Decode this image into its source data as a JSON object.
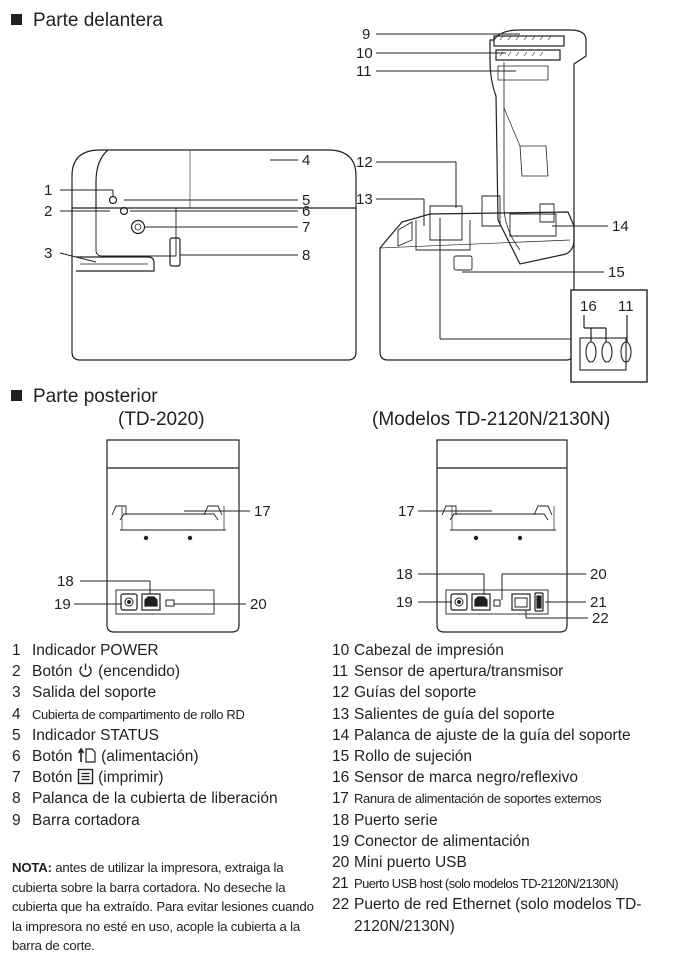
{
  "front_section": {
    "title": "Parte delantera"
  },
  "back_section": {
    "title": "Parte posterior",
    "left_caption": "(TD-2020)",
    "right_caption": "(Modelos TD-2120N/2130N)"
  },
  "callouts": {
    "front": [
      "1",
      "2",
      "3",
      "4",
      "5",
      "6",
      "7",
      "8"
    ],
    "open": [
      "9",
      "10",
      "11",
      "12",
      "13",
      "14",
      "15"
    ],
    "inset": [
      "16",
      "11"
    ],
    "back_left": [
      "17",
      "18",
      "19",
      "20"
    ],
    "back_right": [
      "17",
      "18",
      "19",
      "20",
      "21",
      "22"
    ]
  },
  "legend_left": [
    {
      "num": "1",
      "label": "Indicador POWER"
    },
    {
      "num": "2",
      "label_before": "Botón",
      "icon": "power-icon",
      "label_after": "(encendido)"
    },
    {
      "num": "3",
      "label": "Salida del soporte"
    },
    {
      "num": "4",
      "label": "Cubierta de compartimento de rollo RD"
    },
    {
      "num": "5",
      "label": "Indicador STATUS"
    },
    {
      "num": "6",
      "label_before": "Botón",
      "icon": "feed-icon",
      "label_after": "(alimentación)"
    },
    {
      "num": "7",
      "label_before": "Botón",
      "icon": "print-icon",
      "label_after": "(imprimir)"
    },
    {
      "num": "8",
      "label": "Palanca de la cubierta de liberación"
    },
    {
      "num": "9",
      "label": "Barra cortadora"
    }
  ],
  "legend_right": [
    {
      "num": "10",
      "label": "Cabezal de impresión"
    },
    {
      "num": "11",
      "label": "Sensor de apertura/transmisor"
    },
    {
      "num": "12",
      "label": "Guías del soporte"
    },
    {
      "num": "13",
      "label": "Salientes de guía del soporte"
    },
    {
      "num": "14",
      "label": "Palanca de ajuste de la guía del soporte"
    },
    {
      "num": "15",
      "label": "Rollo de sujeción"
    },
    {
      "num": "16",
      "label": "Sensor de marca negro/reflexivo"
    },
    {
      "num": "17",
      "label": "Ranura de alimentación de soportes externos"
    },
    {
      "num": "18",
      "label": "Puerto serie"
    },
    {
      "num": "19",
      "label": "Conector de alimentación"
    },
    {
      "num": "20",
      "label": "Mini puerto USB"
    },
    {
      "num": "21",
      "label": "Puerto USB host (solo modelos TD-2120N/2130N)"
    },
    {
      "num": "22",
      "label": "Puerto de red Ethernet (solo modelos TD-2120N/2130N)"
    }
  ],
  "note": {
    "label": "NOTA:",
    "text": "antes de utilizar la impresora, extraiga la cubierta sobre la barra cortadora. No deseche la cubierta que ha extraído. Para evitar lesiones cuando la impresora no esté en uso, acople la cubierta a la barra de corte."
  }
}
